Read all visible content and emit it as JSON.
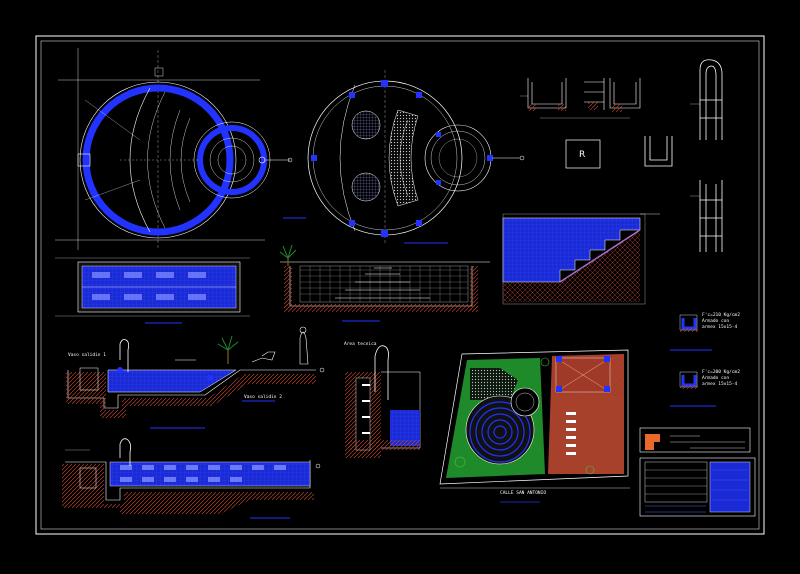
{
  "sheet": {
    "background": "#000000",
    "line_color": "#ffffff",
    "water_color": "#1a2bd6",
    "accent_blue": "#2233ff",
    "tile_red": "#b0442e",
    "lawn_green": "#1f8a2a"
  },
  "labels": {
    "vaso_1": "Vaso salidin 1",
    "vaso_2": "Vaso salidin 2",
    "calle": "CALLE SAN ANTONIO",
    "spec_a_line1": "F'c=210 Kg/cm2",
    "spec_a_line2": "Armado con",
    "spec_a_line3": "armex 15x15-4",
    "spec_b_line1": "F'c=200 Kg/cm2",
    "spec_b_line2": "Armado con",
    "spec_b_line3": "armex 15x15-4",
    "detail_r": "R",
    "area_label": "Area tecnica"
  }
}
